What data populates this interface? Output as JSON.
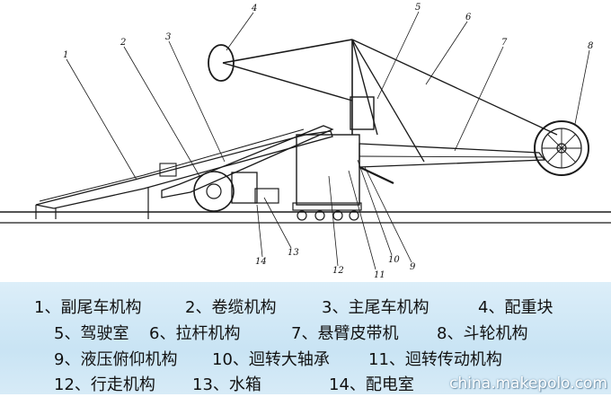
{
  "callouts": [
    "1",
    "2",
    "3",
    "4",
    "5",
    "6",
    "7",
    "8",
    "9",
    "10",
    "11",
    "12",
    "13",
    "14"
  ],
  "legend": [
    [
      "1、副尾车机构",
      "2、卷缆机构",
      "3、主尾车机构",
      "4、配重块"
    ],
    [
      "5、驾驶室",
      "6、拉杆机构",
      "7、悬臂皮带机",
      "8、斗轮机构"
    ],
    [
      "9、液压俯仰机构",
      "10、迴转大轴承",
      "11、迴转传动机构"
    ],
    [
      "12、行走机构",
      "13、水箱",
      "14、配电室"
    ]
  ],
  "watermark": "china.makepolo.com",
  "colors": {
    "legend_background": "#c9e4f4",
    "line": "#1a1a1a",
    "accent": "#2d6fb5"
  }
}
